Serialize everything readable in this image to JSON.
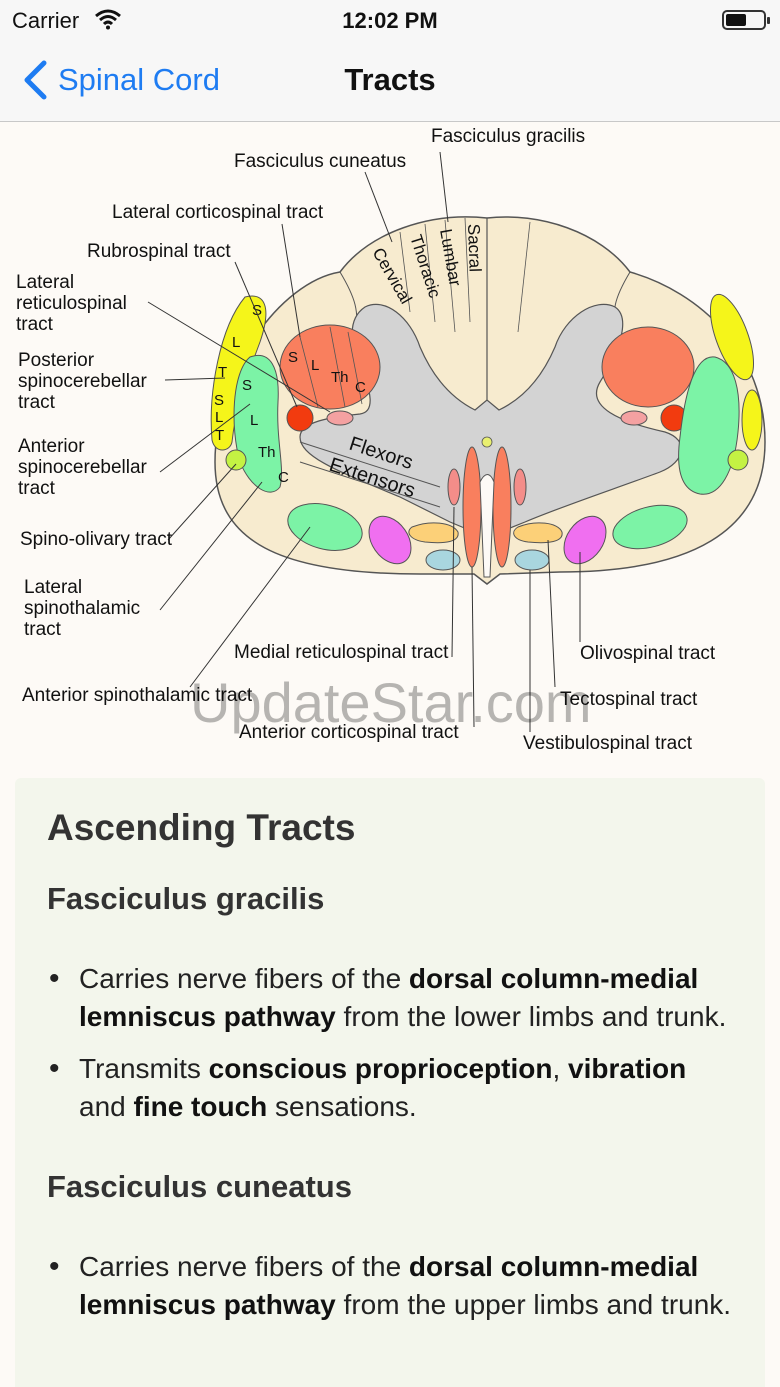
{
  "status_bar": {
    "carrier": "Carrier",
    "time": "12:02 PM"
  },
  "nav": {
    "back_label": "Spinal Cord",
    "title": "Tracts"
  },
  "diagram": {
    "labels": {
      "fasciculus_gracilis": "Fasciculus gracilis",
      "fasciculus_cuneatus": "Fasciculus cuneatus",
      "lateral_corticospinal": "Lateral corticospinal tract",
      "rubrospinal": "Rubrospinal tract",
      "lateral_reticulospinal_1": "Lateral",
      "lateral_reticulospinal_2": "reticulospinal",
      "lateral_reticulospinal_3": "tract",
      "posterior_spino_1": "Posterior",
      "posterior_spino_2": "spinocerebellar",
      "posterior_spino_3": "tract",
      "anterior_spino_1": "Anterior",
      "anterior_spino_2": "spinocerebellar",
      "anterior_spino_3": "tract",
      "spino_olivary": "Spino-olivary tract",
      "lateral_spinothalamic_1": "Lateral",
      "lateral_spinothalamic_2": "spinothalamic",
      "lateral_spinothalamic_3": "tract",
      "anterior_spinothalamic": "Anterior spinothalamic tract",
      "medial_reticulospinal": "Medial reticulospinal tract",
      "anterior_corticospinal": "Anterior corticospinal tract",
      "olivospinal": "Olivospinal tract",
      "tectospinal": "Tectospinal tract",
      "vestibulospinal": "Vestibulospinal tract"
    },
    "region_text": {
      "cervical": "Cervical",
      "thoracic": "Thoracic",
      "lumbar": "Lumbar",
      "sacral": "Sacral",
      "flexors": "Flexors",
      "extensors": "Extensors",
      "s": "S",
      "l": "L",
      "th": "Th",
      "c": "C",
      "t": "T"
    },
    "watermark": "UpdateStar.com",
    "colors": {
      "cord": "#f7ebcf",
      "gray_matter": "#d3d3d3",
      "lateral_corticospinal": "#f97f5e",
      "rubrospinal": "#f23b0f",
      "posterior_spinocerebellar": "#f5f51a",
      "anterior_spinocerebellar": "#7cf3a6",
      "reticulospinal": "#f48d89",
      "olivospinal": "#f06ff0",
      "tectospinal": "#fcd078",
      "vestibulospinal": "#a9d6df",
      "spino_olivary": "#c4f243"
    }
  },
  "content": {
    "heading": "Ascending Tracts",
    "sections": [
      {
        "title": "Fasciculus gracilis",
        "bullets": [
          [
            {
              "t": "Carries nerve fibers of the ",
              "b": false
            },
            {
              "t": "dorsal column-medial lemniscus pathway",
              "b": true
            },
            {
              "t": " from the lower limbs and trunk.",
              "b": false
            }
          ],
          [
            {
              "t": "Transmits ",
              "b": false
            },
            {
              "t": "conscious proprioception",
              "b": true
            },
            {
              "t": ", ",
              "b": false
            },
            {
              "t": "vibration",
              "b": true
            },
            {
              "t": " and ",
              "b": false
            },
            {
              "t": "fine touch",
              "b": true
            },
            {
              "t": " sensations.",
              "b": false
            }
          ]
        ]
      },
      {
        "title": "Fasciculus cuneatus",
        "bullets": [
          [
            {
              "t": "Carries nerve fibers of the ",
              "b": false
            },
            {
              "t": "dorsal column-medial lemniscus pathway",
              "b": true
            },
            {
              "t": " from the upper limbs and trunk.",
              "b": false
            }
          ]
        ]
      }
    ]
  }
}
